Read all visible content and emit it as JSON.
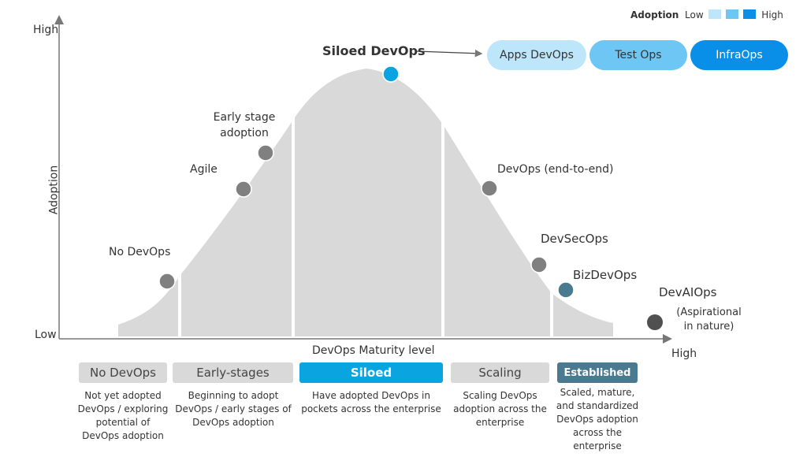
{
  "axes": {
    "y_label": "Adoption",
    "y_high": "High",
    "y_low": "Low",
    "x_label": "DevOps Maturity level",
    "x_high": "High"
  },
  "legend": {
    "title": "Adoption",
    "low": "Low",
    "high": "High",
    "colors": [
      "#bde6fb",
      "#6ec6f5",
      "#0a8fe8"
    ]
  },
  "siloed_callout": "Siloed DevOps",
  "siloed_types": [
    {
      "label": "Apps DevOps",
      "color": "#bde6fb",
      "text": "#333333"
    },
    {
      "label": "Test Ops",
      "color": "#6ec6f5",
      "text": "#333333"
    },
    {
      "label": "InfraOps",
      "color": "#0a8fe8",
      "text": "#ffffff"
    }
  ],
  "points": [
    {
      "label": "No DevOps"
    },
    {
      "label": "Agile"
    },
    {
      "label": "Early stage adoption"
    },
    {
      "label": "DevOps (end-to-end)"
    },
    {
      "label": "DevSecOps"
    },
    {
      "label": "BizDevOps"
    },
    {
      "label": "DevAIOps",
      "note": "(Aspirational in nature)"
    }
  ],
  "stages": [
    {
      "label": "No DevOps",
      "desc": "Not yet adopted DevOps / exploring potential of DevOps adoption"
    },
    {
      "label": "Early-stages",
      "desc": "Beginning to adopt DevOps / early stages of DevOps adoption"
    },
    {
      "label": "Siloed",
      "desc": "Have adopted DevOps in pockets across the enterprise"
    },
    {
      "label": "Scaling",
      "desc": "Scaling DevOps adoption across the enterprise"
    },
    {
      "label": "Established",
      "desc": "Scaled, mature, and standardized DevOps adoption across the enterprise"
    }
  ],
  "colors": {
    "curve": "#d9d9d9",
    "dot": "#808080",
    "siloed": "#0aa5e0",
    "established": "#4a7a90",
    "devaiops": "#505050"
  }
}
